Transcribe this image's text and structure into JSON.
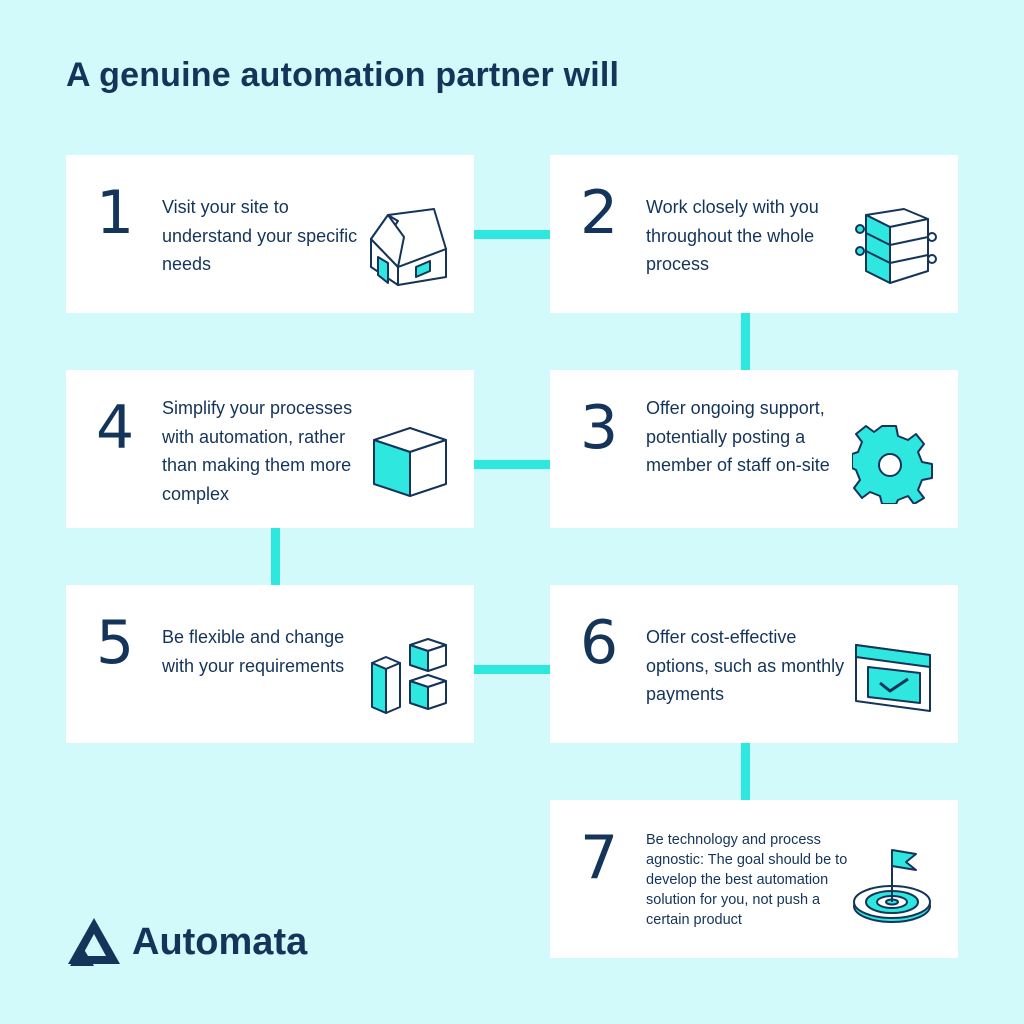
{
  "title": "A genuine automation partner will",
  "colors": {
    "background": "#d3fafb",
    "accent": "#2ee8e0",
    "navy": "#14345a",
    "card": "#ffffff"
  },
  "steps": [
    {
      "number": "1",
      "text": "Visit your site to understand your specific needs",
      "icon": "house-icon"
    },
    {
      "number": "2",
      "text": "Work closely with you throughout the whole process",
      "icon": "puzzle-cube-icon"
    },
    {
      "number": "3",
      "text": "Offer ongoing support, potentially posting a member of staff on-site",
      "icon": "gear-icon"
    },
    {
      "number": "4",
      "text": "Simplify your processes with automation, rather than making them more complex",
      "icon": "cube-icon"
    },
    {
      "number": "5",
      "text": "Be flexible and change with your requirements",
      "icon": "blocks-icon"
    },
    {
      "number": "6",
      "text": "Offer cost-effective options, such as monthly payments",
      "icon": "calendar-check-icon"
    },
    {
      "number": "7",
      "text": "Be technology and process agnostic: The goal should be to develop the best automation solution for you, not push a certain product",
      "icon": "target-flag-icon"
    }
  ],
  "logo": {
    "text": "Automata"
  }
}
